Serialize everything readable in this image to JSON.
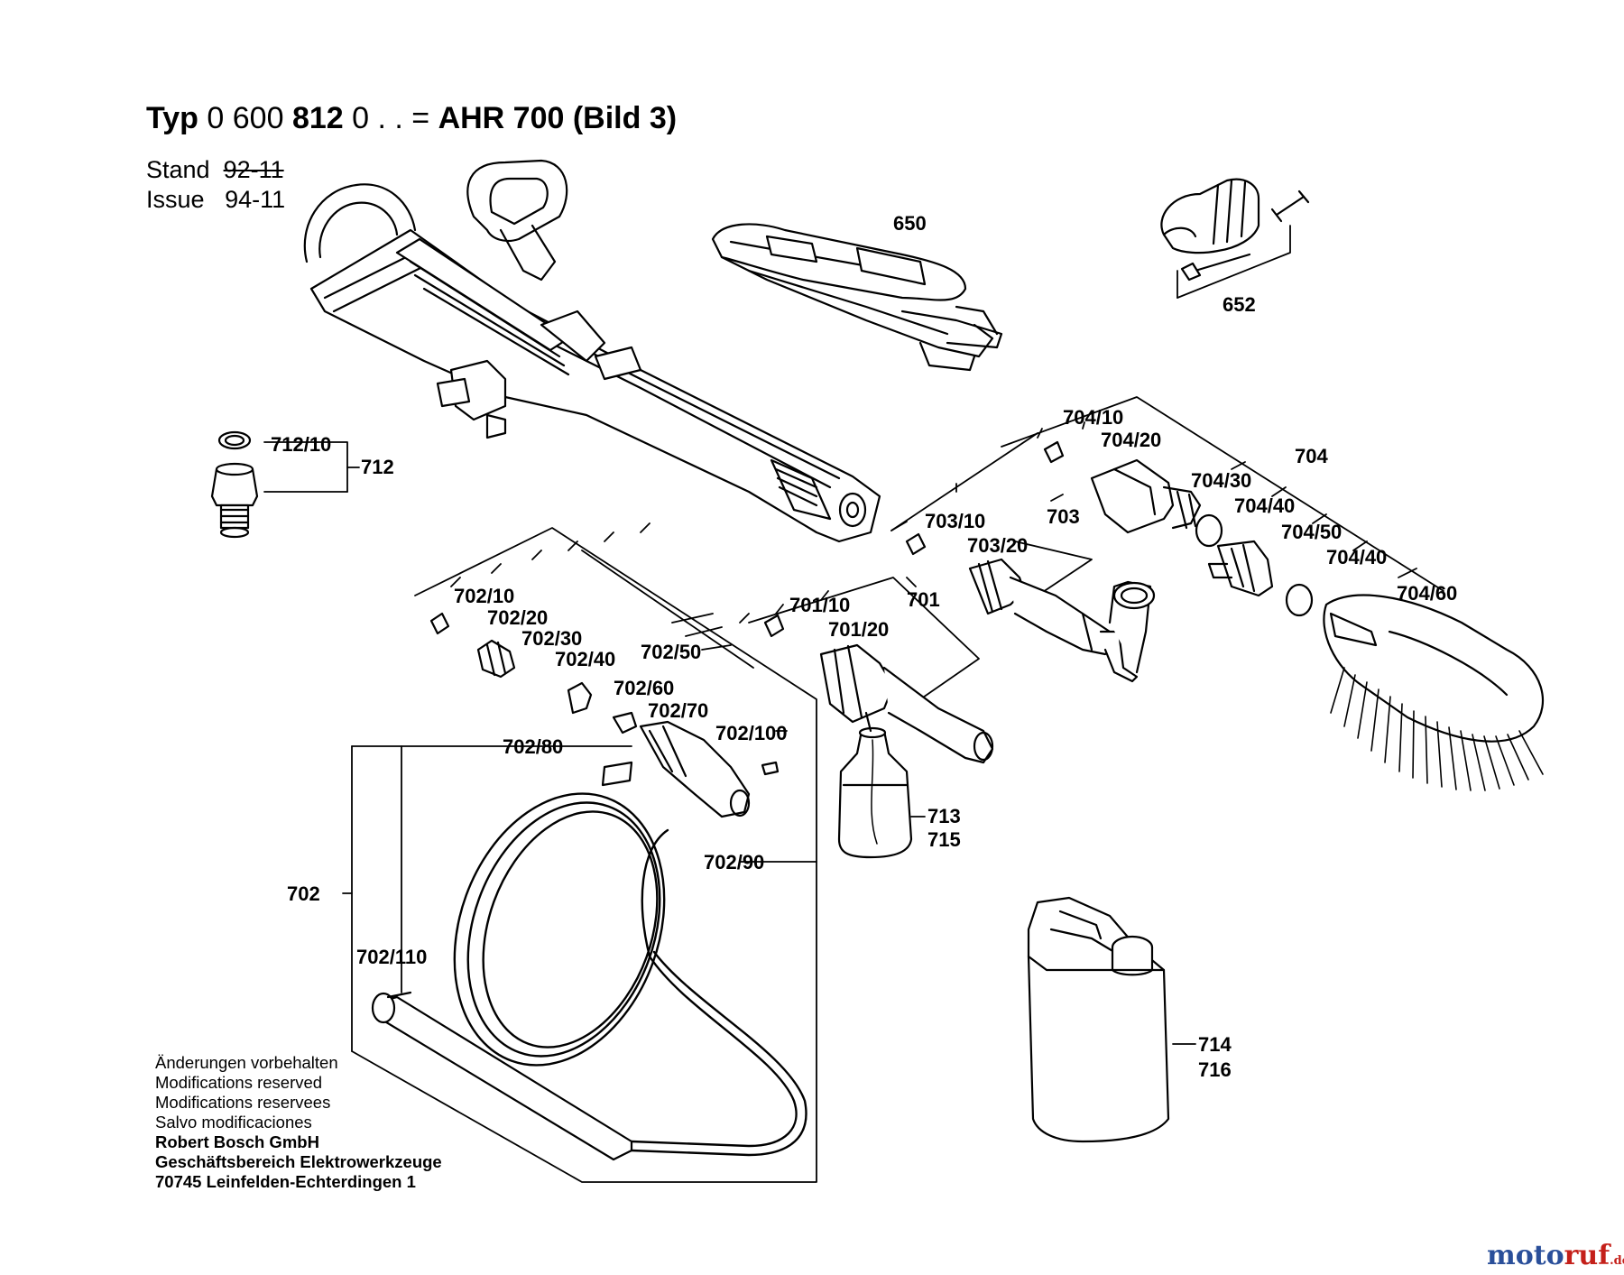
{
  "header": {
    "typ_label": "Typ",
    "typ_number_prefix": "0 600",
    "typ_number_bold": "812",
    "typ_number_suffix": "0 . . =",
    "model": "AHR 700 (Bild 3)",
    "stand_label": "Stand",
    "stand_value": "92-11",
    "issue_label": "Issue",
    "issue_value": "94-11"
  },
  "notes": {
    "line1": "Änderungen vorbehalten",
    "line2": "Modifications reserved",
    "line3": "Modifications reservees",
    "line4": "Salvo modificaciones",
    "company": "Robert Bosch GmbH",
    "division": "Geschäftsbereich Elektrowerkzeuge",
    "address": "70745 Leinfelden-Echterdingen 1"
  },
  "watermark": {
    "moto": "moto",
    "ruf": "ruf",
    "tld": ".de"
  },
  "parts": {
    "p650": "650",
    "p652": "652",
    "p701": "701",
    "p701_10": "701/10",
    "p701_20": "701/20",
    "p702": "702",
    "p702_10": "702/10",
    "p702_20": "702/20",
    "p702_30": "702/30",
    "p702_40": "702/40",
    "p702_50": "702/50",
    "p702_60": "702/60",
    "p702_70": "702/70",
    "p702_80": "702/80",
    "p702_90": "702/90",
    "p702_100": "702/100",
    "p702_110": "702/110",
    "p703": "703",
    "p703_10": "703/10",
    "p703_20": "703/20",
    "p704": "704",
    "p704_10": "704/10",
    "p704_20": "704/20",
    "p704_30": "704/30",
    "p704_40a": "704/40",
    "p704_40b": "704/40",
    "p704_50": "704/50",
    "p704_60": "704/60",
    "p712": "712",
    "p712_10": "712/10",
    "p713": "713",
    "p714": "714",
    "p715": "715",
    "p716": "716"
  }
}
